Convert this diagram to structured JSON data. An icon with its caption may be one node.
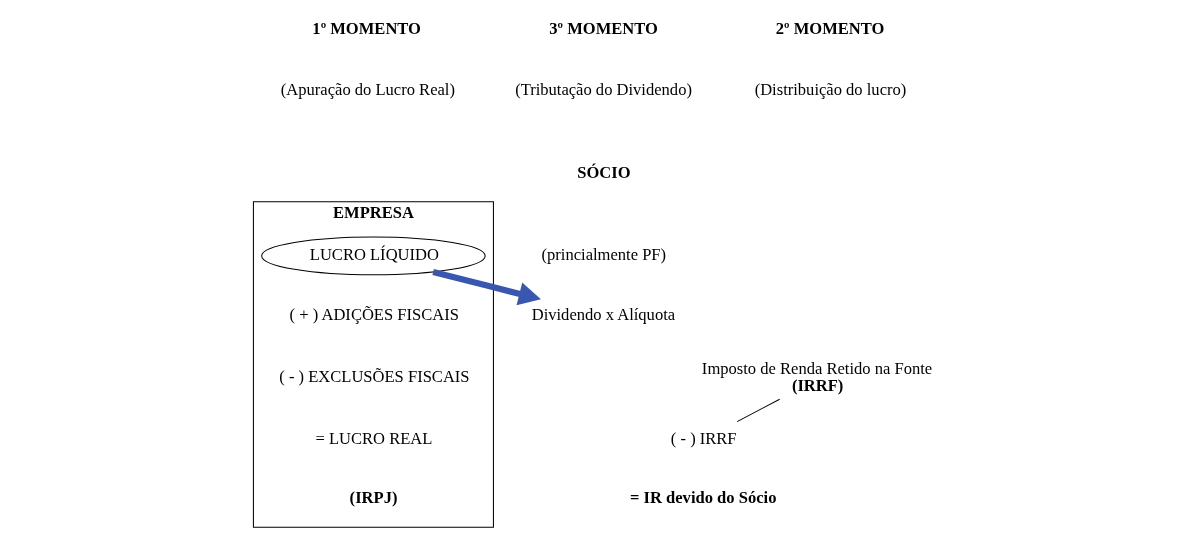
{
  "diagram": {
    "nodes": [
      {
        "text": [
          "EMPRESA"
        ]
      },
      {
        "text": [
          "LUCRO LÍQUIDO"
        ],
        "in": 0
      },
      {
        "text": [
          "Dividendo x Alíquota"
        ]
      },
      {
        "text": [
          "( - ) IRRF"
        ]
      },
      {
        "text": [
          "Imposto de Renda Retido na Fonte",
          "(IRRF)"
        ]
      }
    ],
    "edges": [
      {
        "from": 1,
        "to": 2,
        "arrow": "to",
        "style": "thick",
        "color": "#3a57b0"
      },
      {
        "from": 4,
        "to": 3,
        "arrow": "none",
        "color": "#000000"
      }
    ],
    "labels": [
      "1º MOMENTO",
      "2º MOMENTO",
      "3º MOMENTO",
      "(Apuração do Lucro Real)",
      "(Distribuição do lucro)",
      "(Tributação do Dividendo)",
      "SÓCIO",
      "(princialmente PF)",
      "( + ) ADIÇÕES FISCAIS",
      "( - ) EXCLUSÕES FISCAIS",
      "= LUCRO REAL",
      "(IRPJ)",
      "= IR devido do Sócio"
    ]
  }
}
